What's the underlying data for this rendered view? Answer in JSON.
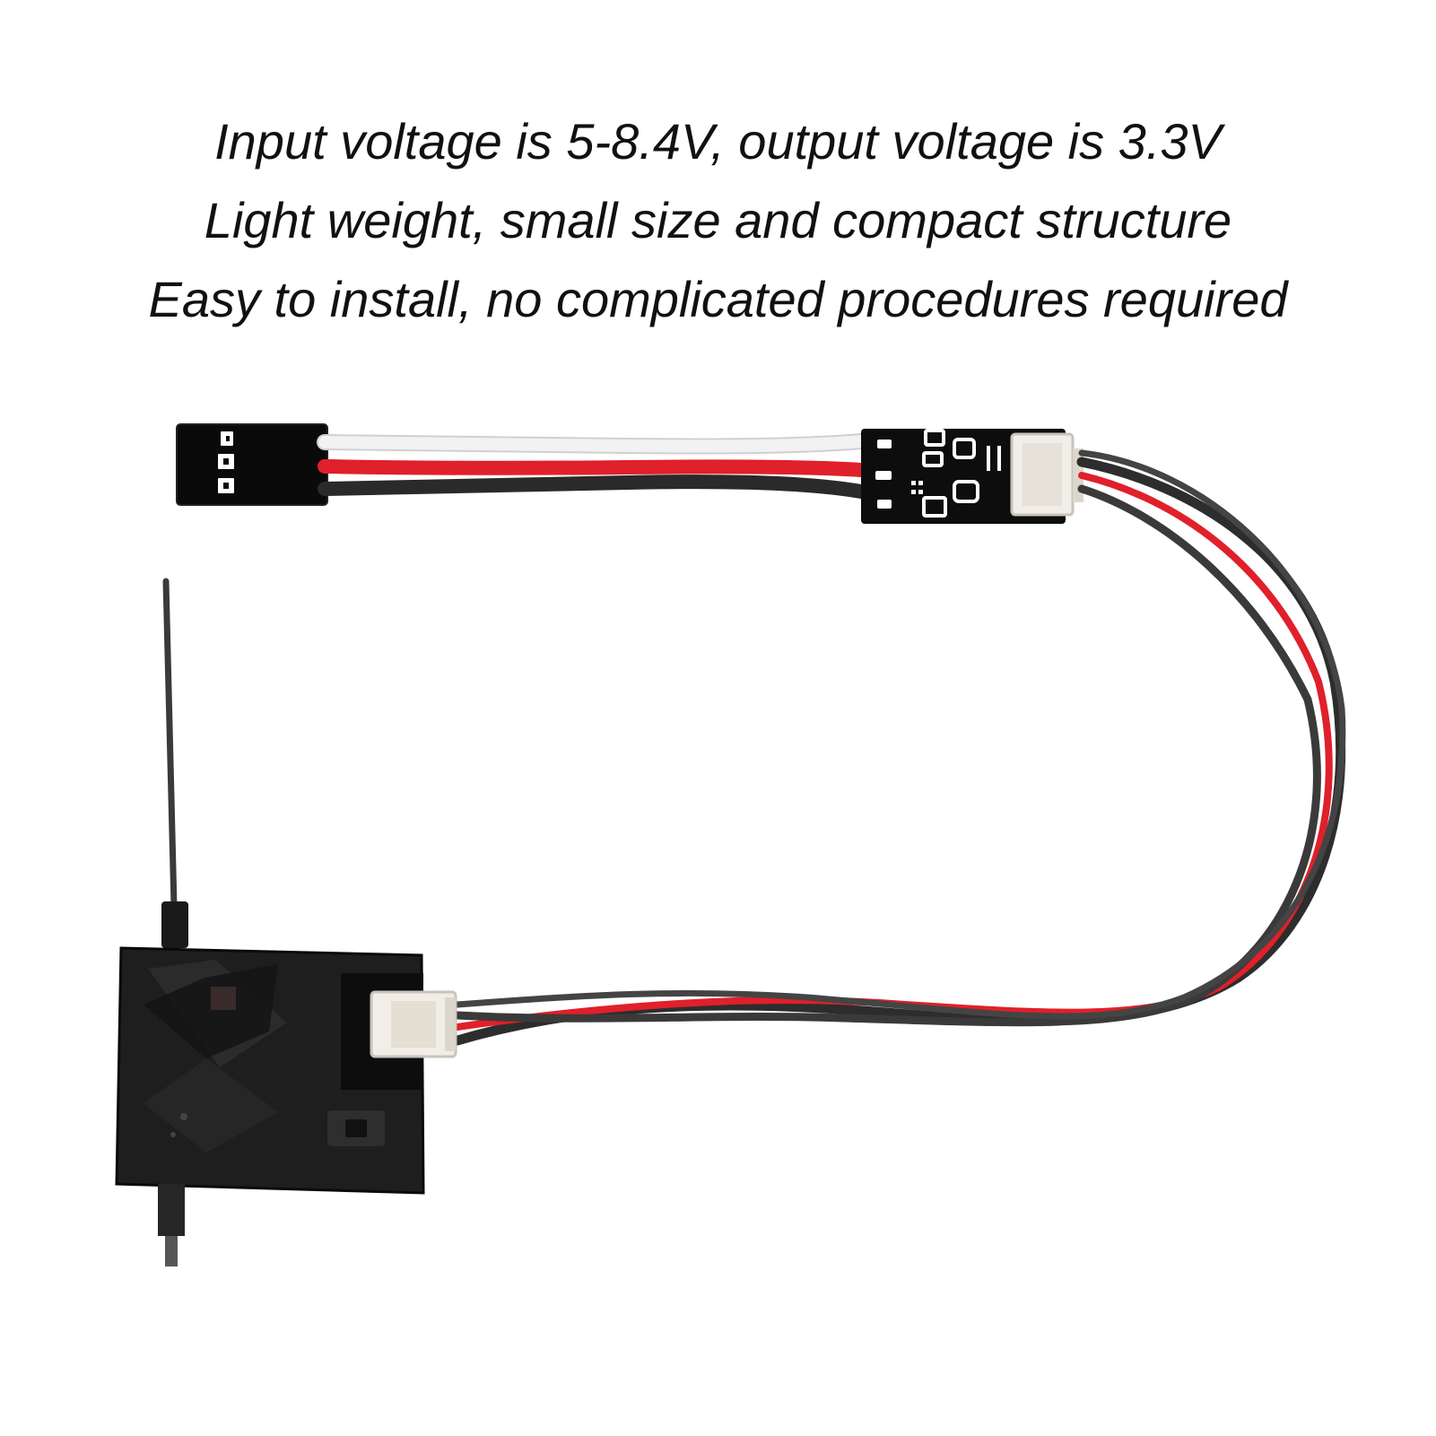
{
  "caption": {
    "lines": [
      "Input voltage is 5-8.4V, output voltage is 3.3V",
      "Light weight, small size and compact structure",
      "Easy to install, no complicated procedures required"
    ]
  },
  "photo": {
    "subject": "voltage-regulator-module-with-servo-plug-and-receiver",
    "colors": {
      "background": "#ffffff",
      "text": "#111111",
      "wire_red": "#e0202a",
      "wire_black": "#2a2a2a",
      "wire_white": "#f2f2f2",
      "pcb": "#0d0d0d",
      "receiver_case": "#1e1e1e",
      "connector_white": "#f1eee8"
    }
  }
}
